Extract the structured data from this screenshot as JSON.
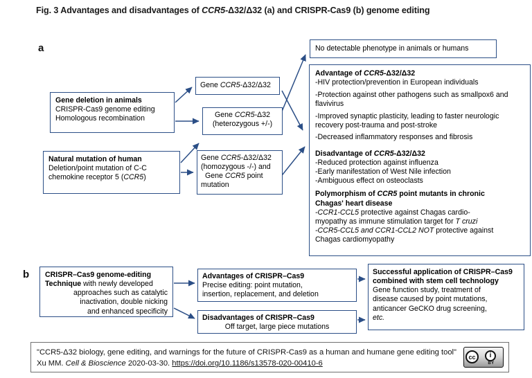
{
  "figure": {
    "title_prefix": "Fig. 3 Advantages and disadvantages of ",
    "title_italic1": "CCR5",
    "title_mid": "-Δ32/Δ32 (a) and CRISPR-Cas9 (b) genome editing",
    "panel_a_label": "a",
    "panel_b_label": "b"
  },
  "panel_a": {
    "gene_deletion_box": {
      "heading": "Gene deletion in animals",
      "line1": "CRISPR-Cas9 genome editing",
      "line2": "Homologous recombination"
    },
    "natural_mutation_box": {
      "heading": "Natural mutation of human",
      "line1": "Deletion/point mutation of C-C",
      "line2_pre": "chemokine receptor 5 (",
      "line2_italic": "CCR5",
      "line2_post": ")"
    },
    "genotype_boxes": [
      {
        "name": "gene-ccr5-d32-d32",
        "pre": "Gene ",
        "italic": "CCR5",
        "post": "-Δ32/Δ32"
      },
      {
        "name": "gene-ccr5-d32-heterozygous",
        "pre": "Gene ",
        "italic": "CCR5",
        "post": "-Δ32",
        "line2": "(heterozygous +/-)"
      },
      {
        "name": "gene-ccr5-d32-d32-homozygous",
        "pre": "Gene ",
        "italic": "CCR5",
        "post": "-Δ32/Δ32",
        "line2": "(homozygous -/-) and",
        "line3_pre": "Gene ",
        "line3_italic": "CCR5",
        "line3_post": " point",
        "line4": "mutation"
      }
    ],
    "no_phenotype_box": "No detectable phenotype in animals or humans",
    "advantage": {
      "heading_pre": "Advantage of ",
      "heading_italic": "CCR5",
      "heading_post": "-Δ32/Δ32",
      "items": [
        "-HIV protection/prevention in European individuals",
        "-Protection against other pathogens such as smallpox6 and flavivirus",
        "-Improved synaptic plasticity, leading to faster neurologic recovery post-trauma and post-stroke",
        "-Decreased inflammatory responses and fibrosis"
      ]
    },
    "disadvantage": {
      "heading_pre": "Disadvantage of ",
      "heading_italic": "CCR5",
      "heading_post": "-Δ32/Δ32",
      "items": [
        "-Reduced protection against influenza",
        "-Early manifestation of West Nile infection",
        "-Ambiguous effect on osteoclasts"
      ]
    },
    "polymorphism": {
      "heading_pre": "Polymorphism of ",
      "heading_italic": "CCR5",
      "heading_post": " point mutants in chronic",
      "heading_line2": "Chagas' heart disease",
      "item1_italic": "-CCR1-CCL5",
      "item1_rest": " protective against Chagas cardio-",
      "item1_line2_pre": "myopathy as immune stimulation target for ",
      "item1_line2_italic": "T cruzi",
      "item2_italic": "-CCR5-CCL5 and CCR1-CCL2 NOT",
      "item2_rest": " protective against",
      "item2_line2": "Chagas cardiomyopathy"
    }
  },
  "panel_b": {
    "technique_box": {
      "bold1": "CRISPR–Cas9 genome-editing",
      "bold2": "Technique",
      "rest2": " with newly developed",
      "line3": "approaches such as catalytic",
      "line4": "inactivation, double nicking",
      "line5": "and enhanced  specificity"
    },
    "advantages_box": {
      "heading": "Advantages of CRISPR–Cas9",
      "line1": "Precise editing: point mutation,",
      "line2": "insertion, replacement, and deletion"
    },
    "disadvantages_box": {
      "heading": "Disadvantages of CRISPR–Cas9",
      "line1": "Off target, large piece mutations"
    },
    "successful_box": {
      "heading1": "Successful application of CRISPR–Cas9",
      "heading2": "combined with stem cell technology",
      "line1": "Gene function study, treatment of",
      "line2": "disease caused by point mutations,",
      "line3": "anticancer GeCKO drug screening,",
      "line4_italic": "etc."
    }
  },
  "footer": {
    "text_part1": "\"CCR5-Δ32 biology, gene editing, and warnings for the future of CRISPR-Cas9 as a human and humane gene editing tool\" Xu MM. ",
    "journal_italic": "Cell & Bioscience",
    "text_part2": " 2020-03-30. ",
    "doi_link": "https://doi.org/10.1186/s13578-020-00410-6",
    "license_cc": "cc",
    "license_info": "i",
    "license_by": "BY"
  },
  "colors": {
    "box_border": "#2B4E86",
    "arrow": "#2B4E86",
    "footer_border": "#6f6f6f"
  }
}
